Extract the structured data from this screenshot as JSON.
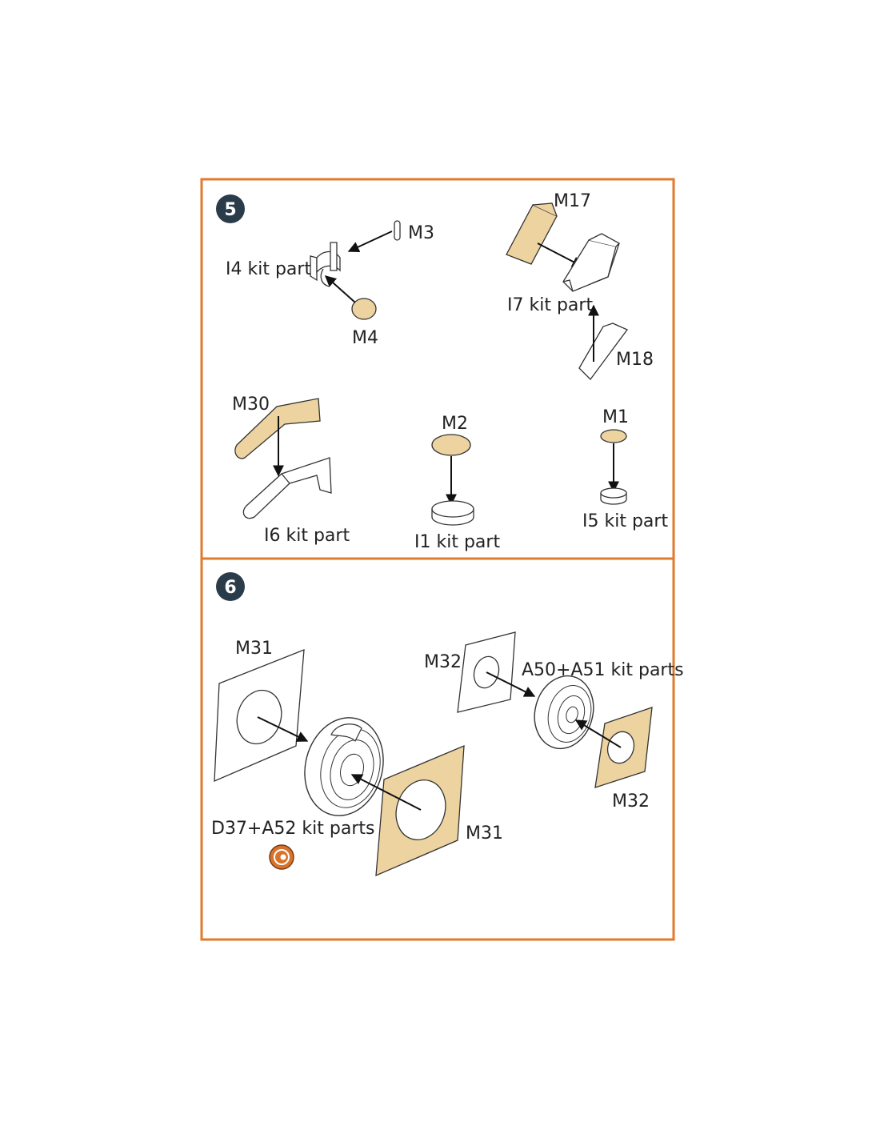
{
  "colors": {
    "frame": "#e07a2e",
    "etch": "#ecd3a0",
    "outline": "#333333",
    "badge": "#2a3b4a"
  },
  "steps": [
    {
      "number": "5",
      "labels": {
        "m3": "M3",
        "i4": "I4 kit part",
        "m4": "M4",
        "m17": "M17",
        "i7": "I7 kit part",
        "m18": "M18",
        "m30": "M30",
        "i6": "I6 kit part",
        "m2": "M2",
        "i1": "I1 kit part",
        "m1": "M1",
        "i5": "I5 kit part"
      }
    },
    {
      "number": "6",
      "labels": {
        "m31_top": "M31",
        "m32_top": "M32",
        "a50": "A50+A51 kit parts",
        "m32_bottom": "M32",
        "d37": "D37+A52 kit parts",
        "m31_bottom": "M31"
      },
      "symbol_icon": "glue-symbol-icon"
    }
  ]
}
